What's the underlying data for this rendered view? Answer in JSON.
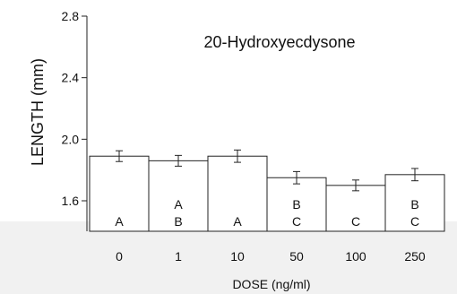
{
  "chart_data": {
    "type": "bar",
    "title": "",
    "annotation": "20-Hydroxyecdysone",
    "xlabel": "DOSE (ng/ml)",
    "ylabel": "LENGTH (mm)",
    "categories": [
      "0",
      "1",
      "10",
      "50",
      "100",
      "250"
    ],
    "values": [
      1.89,
      1.86,
      1.89,
      1.75,
      1.7,
      1.77
    ],
    "errors": [
      0.035,
      0.035,
      0.04,
      0.04,
      0.035,
      0.04
    ],
    "significance_letters": [
      [
        "A"
      ],
      [
        "A",
        "B"
      ],
      [
        "A"
      ],
      [
        "B",
        "C"
      ],
      [
        "C"
      ],
      [
        "B",
        "C"
      ]
    ],
    "y_ticks": [
      "1.6",
      "2.0",
      "2.4",
      "2.8"
    ],
    "y_tick_values": [
      1.6,
      2.0,
      2.4,
      2.8
    ],
    "ylim": [
      1.4,
      2.8
    ],
    "grid": false,
    "legend": "none",
    "colors": {
      "bar_fill": "#ffffff",
      "stroke": "#222222",
      "lower_band": "#f1f1f1"
    }
  }
}
